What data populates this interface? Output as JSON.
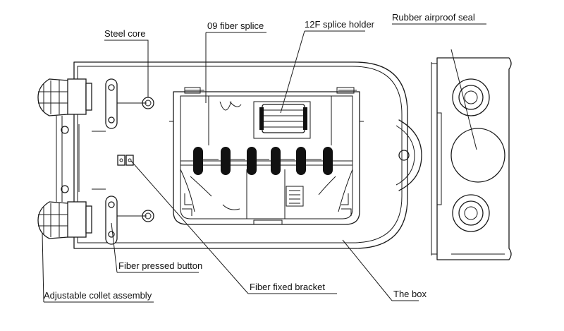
{
  "labels": {
    "steel_core": "Steel core",
    "fiber_splice": "09 fiber splice",
    "splice_holder": "12F splice holder",
    "airproof_seal": "Rubber airproof seal",
    "pressed_button": "Fiber pressed button",
    "collet_assembly": "Adjustable collet assembly",
    "fixed_bracket": "Fiber fixed bracket",
    "the_box": "The box"
  }
}
